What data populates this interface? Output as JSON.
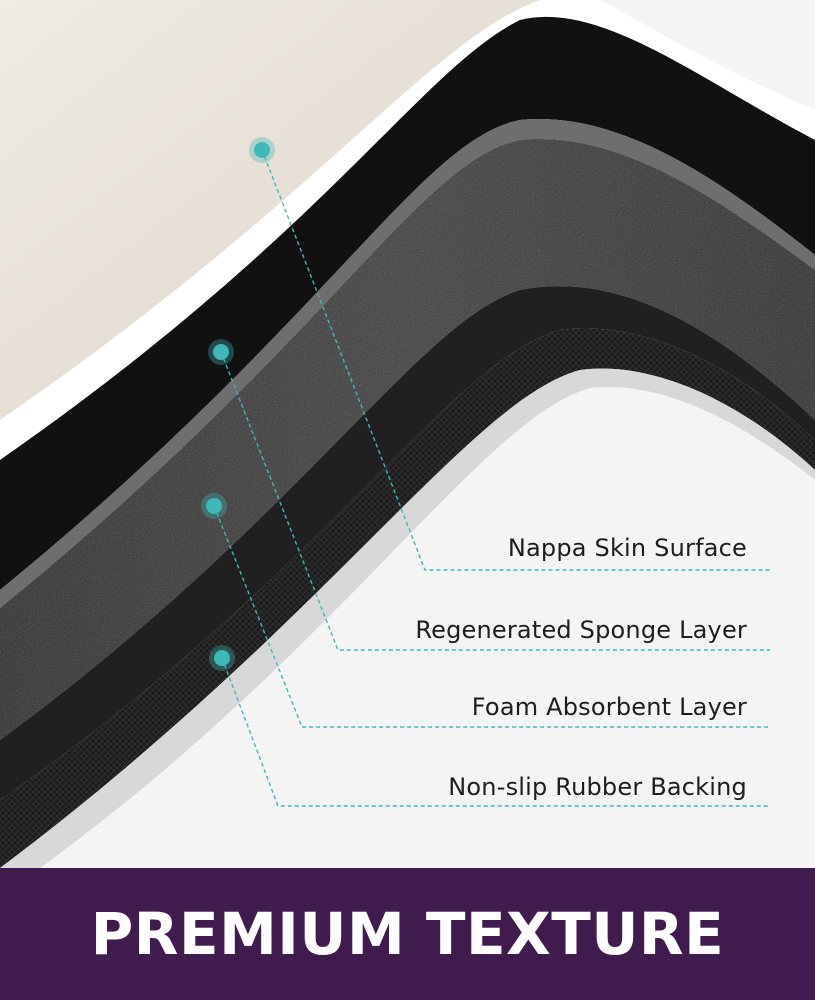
{
  "labels": {
    "layer_1": "Nappa Skin Surface",
    "layer_2": "Regenerated Sponge Layer",
    "layer_3": "Foam Absorbent Layer",
    "layer_4": "Non-slip Rubber Backing"
  },
  "banner": {
    "title": "PREMIUM TEXTURE"
  },
  "colors": {
    "accent": "#3fb8b8",
    "banner_bg": "#3f1c4d",
    "banner_text": "#ffffff",
    "surface": "#e8e2da",
    "layer_dark": "#1a1a1a"
  }
}
